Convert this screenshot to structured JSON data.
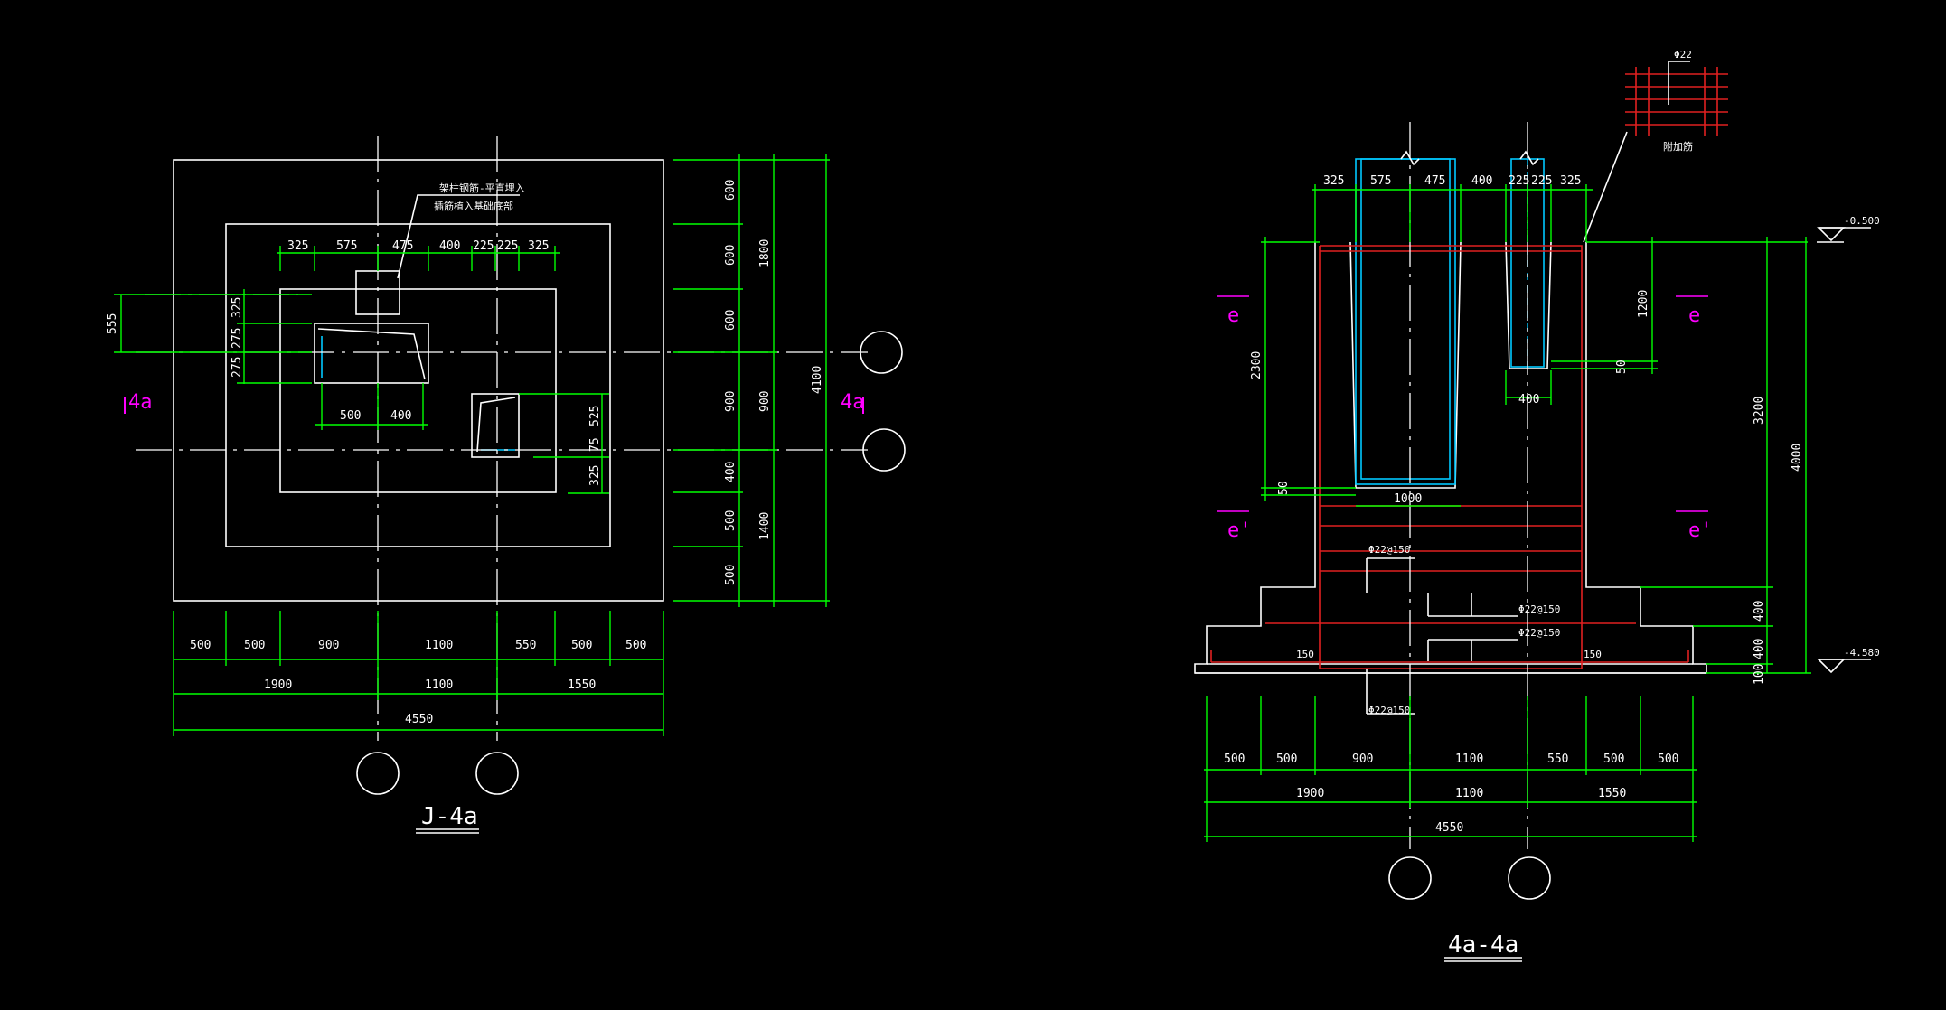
{
  "plan": {
    "title": "J-4a",
    "section_marks": [
      "4a",
      "4a"
    ],
    "note_line1": "架柱钢筋-平直埋入",
    "note_line2": "插筋植入基础底部",
    "top_dims": [
      "325",
      "575",
      "475",
      "400",
      "225",
      "225",
      "325"
    ],
    "left_dims": [
      "555",
      "325",
      "275",
      "275"
    ],
    "inner_dims": [
      "500",
      "400",
      "75",
      "525",
      "325"
    ],
    "right_dims_inner": [
      "600",
      "600",
      "600",
      "900",
      "400",
      "500",
      "500"
    ],
    "right_dims_mid": [
      "1800",
      "900",
      "1400"
    ],
    "right_dims_outer": "4100",
    "bottom_row1": [
      "500",
      "500",
      "900",
      "1100",
      "550",
      "500",
      "500"
    ],
    "bottom_row2": [
      "1900",
      "1100",
      "1550"
    ],
    "bottom_total": "4550"
  },
  "section": {
    "title": "4a-4a",
    "top_dims": [
      "325",
      "575",
      "475",
      "400",
      "225",
      "225",
      "325"
    ],
    "rebar_top_label": "Φ22",
    "rebar_grid_label": "附加筋",
    "elev_top": "-0.500",
    "elev_bottom": "-4.580",
    "left_dims": [
      "2300",
      "50"
    ],
    "right_dims": [
      "1200",
      "50",
      "3200",
      "4000",
      "400",
      "400",
      "100"
    ],
    "inner_dims": [
      "400",
      "1000"
    ],
    "rebar_labels": [
      "Φ22@150",
      "Φ22@150",
      "Φ22@150",
      "Φ22@150"
    ],
    "small_dims": [
      "150",
      "150"
    ],
    "e_marks": [
      "e",
      "e",
      "e'",
      "e'"
    ],
    "bottom_row1": [
      "500",
      "500",
      "900",
      "1100",
      "550",
      "500",
      "500"
    ],
    "bottom_row2": [
      "1900",
      "1100",
      "1550"
    ],
    "bottom_total": "4550"
  }
}
